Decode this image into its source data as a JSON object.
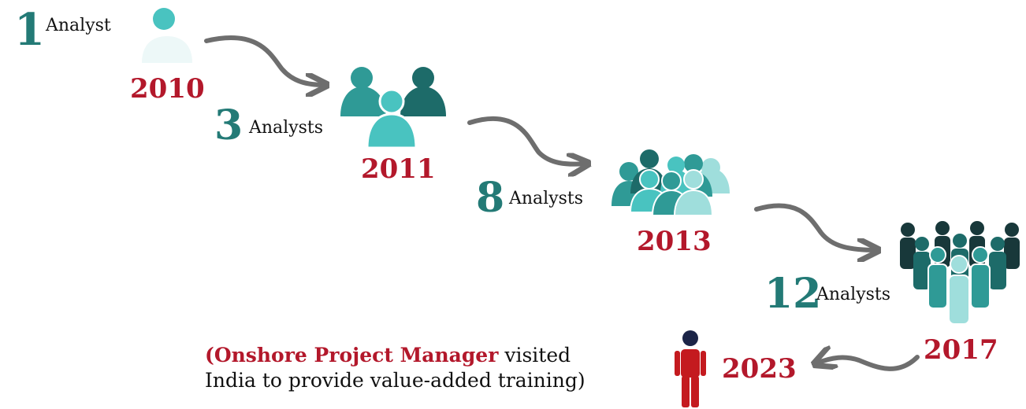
{
  "milestones": [
    {
      "count": "1",
      "label": "Analyst",
      "year": "2010"
    },
    {
      "count": "3",
      "label": "Analysts",
      "year": "2011"
    },
    {
      "count": "8",
      "label": "Analysts",
      "year": "2013"
    },
    {
      "count": "12",
      "label": "Analysts",
      "year": "2017"
    }
  ],
  "final": {
    "year": "2023",
    "note_open": "(",
    "note_role": "Onshore Project Manager",
    "note_line1_rest": " visited",
    "note_line2": "India to provide value-added training)"
  },
  "colors": {
    "teal_dark": "#1d6b69",
    "teal": "#2f9a96",
    "teal_light": "#49c3c0",
    "teal_pale": "#9fdedc",
    "charcoal": "#18383a",
    "year_red": "#b3182b",
    "person_red": "#c41a1f",
    "navy": "#1b2447",
    "arrow_gray": "#6e6e6e"
  }
}
